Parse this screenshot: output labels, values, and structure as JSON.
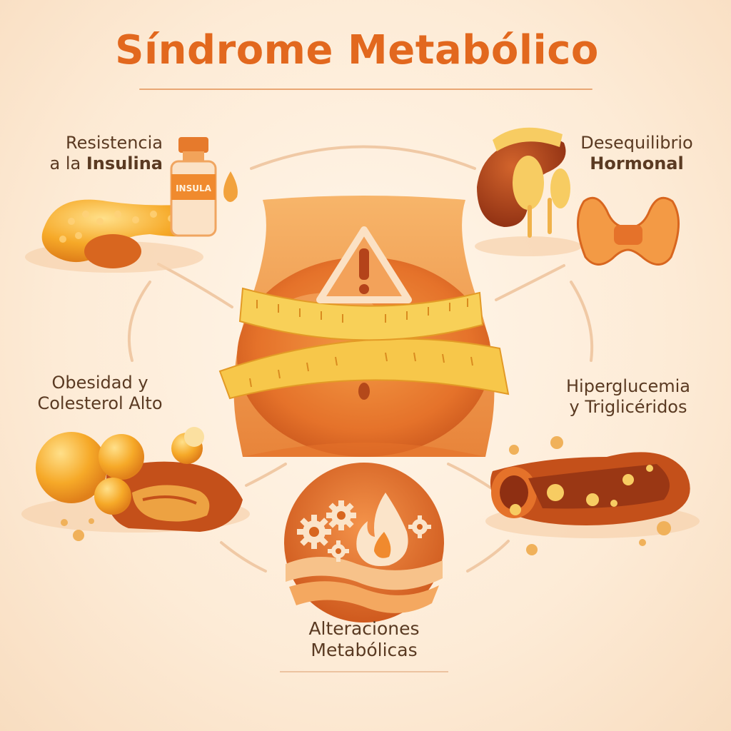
{
  "title": "Síndrome Metabólico",
  "sections": {
    "insulin": {
      "line1": "Resistencia",
      "line2_prefix": "a la ",
      "line2_bold": "Insulina",
      "bottle_label": "INSULA"
    },
    "hormonal": {
      "line1": "Desequilibrio",
      "line2": "Hormonal"
    },
    "obesity": {
      "line1": "Obesidad y",
      "line2": "Colesterol Alto"
    },
    "hyper": {
      "line1": "Hiperglucemia",
      "line2": "y Triglicéridos"
    },
    "alter": {
      "line1": "Alteraciones",
      "line2": "Metabólicas"
    }
  },
  "colors": {
    "accent": "#e2681e",
    "text": "#5a3a22",
    "orange_dark": "#c4501a",
    "orange_mid": "#f08a2e",
    "yellow": "#f7c74a",
    "background": "#fdebd6"
  },
  "icons": [
    "warning-icon",
    "measuring-tape-icon",
    "gear-icon",
    "flame-icon",
    "pancreas-icon",
    "insulin-bottle-icon",
    "kidney-icon",
    "thyroid-icon",
    "liver-icon",
    "blood-vessel-icon"
  ]
}
